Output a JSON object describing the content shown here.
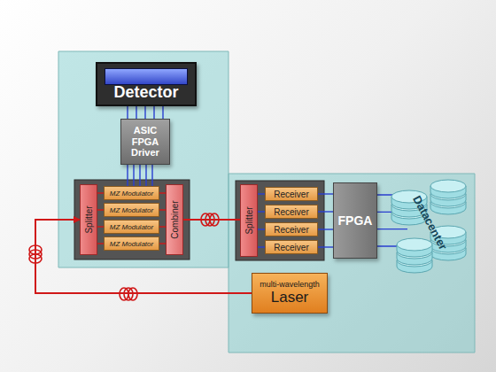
{
  "diagram": {
    "nodes": [
      {
        "text": [
          "Detector"
        ]
      },
      {
        "text": [
          "ASIC FPGA Driver"
        ]
      },
      {
        "text": [
          "Splitter"
        ]
      },
      {
        "text": [
          "MZ Modulator"
        ]
      },
      {
        "text": [
          "MZ Modulator"
        ]
      },
      {
        "text": [
          "MZ Modulator"
        ]
      },
      {
        "text": [
          "MZ Modulator"
        ]
      },
      {
        "text": [
          "Combiner"
        ]
      },
      {
        "text": [
          "Splitter"
        ]
      },
      {
        "text": [
          "Receiver"
        ]
      },
      {
        "text": [
          "Receiver"
        ]
      },
      {
        "text": [
          "Receiver"
        ]
      },
      {
        "text": [
          "Receiver"
        ]
      },
      {
        "text": [
          "FPGA"
        ]
      },
      {
        "text": [
          "Datacenter"
        ]
      },
      {
        "text": [
          "multi-wavelength",
          "Laser"
        ]
      }
    ],
    "edges": [
      {
        "from": 1,
        "to": 0,
        "arrow": "none"
      },
      {
        "from": 1,
        "to": 3,
        "arrow": "none"
      },
      {
        "from": 2,
        "to": 3,
        "arrow": "none"
      },
      {
        "from": 2,
        "to": 4,
        "arrow": "none"
      },
      {
        "from": 2,
        "to": 5,
        "arrow": "none"
      },
      {
        "from": 2,
        "to": 6,
        "arrow": "none"
      },
      {
        "from": 3,
        "to": 7,
        "arrow": "none"
      },
      {
        "from": 4,
        "to": 7,
        "arrow": "none"
      },
      {
        "from": 5,
        "to": 7,
        "arrow": "none"
      },
      {
        "from": 6,
        "to": 7,
        "arrow": "none"
      },
      {
        "from": 7,
        "to": 8,
        "arrow": "none"
      },
      {
        "from": 15,
        "to": 2,
        "arrow": "to"
      },
      {
        "from": 8,
        "to": 9,
        "arrow": "none"
      },
      {
        "from": 8,
        "to": 10,
        "arrow": "none"
      },
      {
        "from": 8,
        "to": 11,
        "arrow": "none"
      },
      {
        "from": 8,
        "to": 12,
        "arrow": "none"
      },
      {
        "from": 9,
        "to": 13,
        "arrow": "none"
      },
      {
        "from": 10,
        "to": 13,
        "arrow": "none"
      },
      {
        "from": 11,
        "to": 13,
        "arrow": "none"
      },
      {
        "from": 12,
        "to": 13,
        "arrow": "none"
      },
      {
        "from": 13,
        "to": 14,
        "arrow": "none"
      }
    ]
  }
}
